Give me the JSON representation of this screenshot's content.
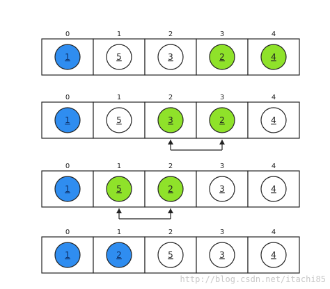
{
  "colors": {
    "fixed": "#2f8df0",
    "swap": "#8fe22a",
    "empty": "#ffffff",
    "border": "#222222"
  },
  "arrays": [
    {
      "indices": [
        "0",
        "1",
        "2",
        "3",
        "4"
      ],
      "cells": [
        {
          "value": "1",
          "state": "fixed"
        },
        {
          "value": "5",
          "state": "empty"
        },
        {
          "value": "3",
          "state": "empty"
        },
        {
          "value": "2",
          "state": "swap"
        },
        {
          "value": "4",
          "state": "swap"
        }
      ],
      "arrow": null
    },
    {
      "indices": [
        "0",
        "1",
        "2",
        "3",
        "4"
      ],
      "cells": [
        {
          "value": "1",
          "state": "fixed"
        },
        {
          "value": "5",
          "state": "empty"
        },
        {
          "value": "3",
          "state": "swap"
        },
        {
          "value": "2",
          "state": "swap"
        },
        {
          "value": "4",
          "state": "empty"
        }
      ],
      "arrow": [
        2,
        3
      ]
    },
    {
      "indices": [
        "0",
        "1",
        "2",
        "3",
        "4"
      ],
      "cells": [
        {
          "value": "1",
          "state": "fixed"
        },
        {
          "value": "5",
          "state": "swap"
        },
        {
          "value": "2",
          "state": "swap"
        },
        {
          "value": "3",
          "state": "empty"
        },
        {
          "value": "4",
          "state": "empty"
        }
      ],
      "arrow": [
        1,
        2
      ]
    },
    {
      "indices": [
        "0",
        "1",
        "2",
        "3",
        "4"
      ],
      "cells": [
        {
          "value": "1",
          "state": "fixed"
        },
        {
          "value": "2",
          "state": "fixed"
        },
        {
          "value": "5",
          "state": "empty"
        },
        {
          "value": "3",
          "state": "empty"
        },
        {
          "value": "4",
          "state": "empty"
        }
      ],
      "arrow": null
    }
  ],
  "watermark": "http://blog.csdn.net/itachi85"
}
